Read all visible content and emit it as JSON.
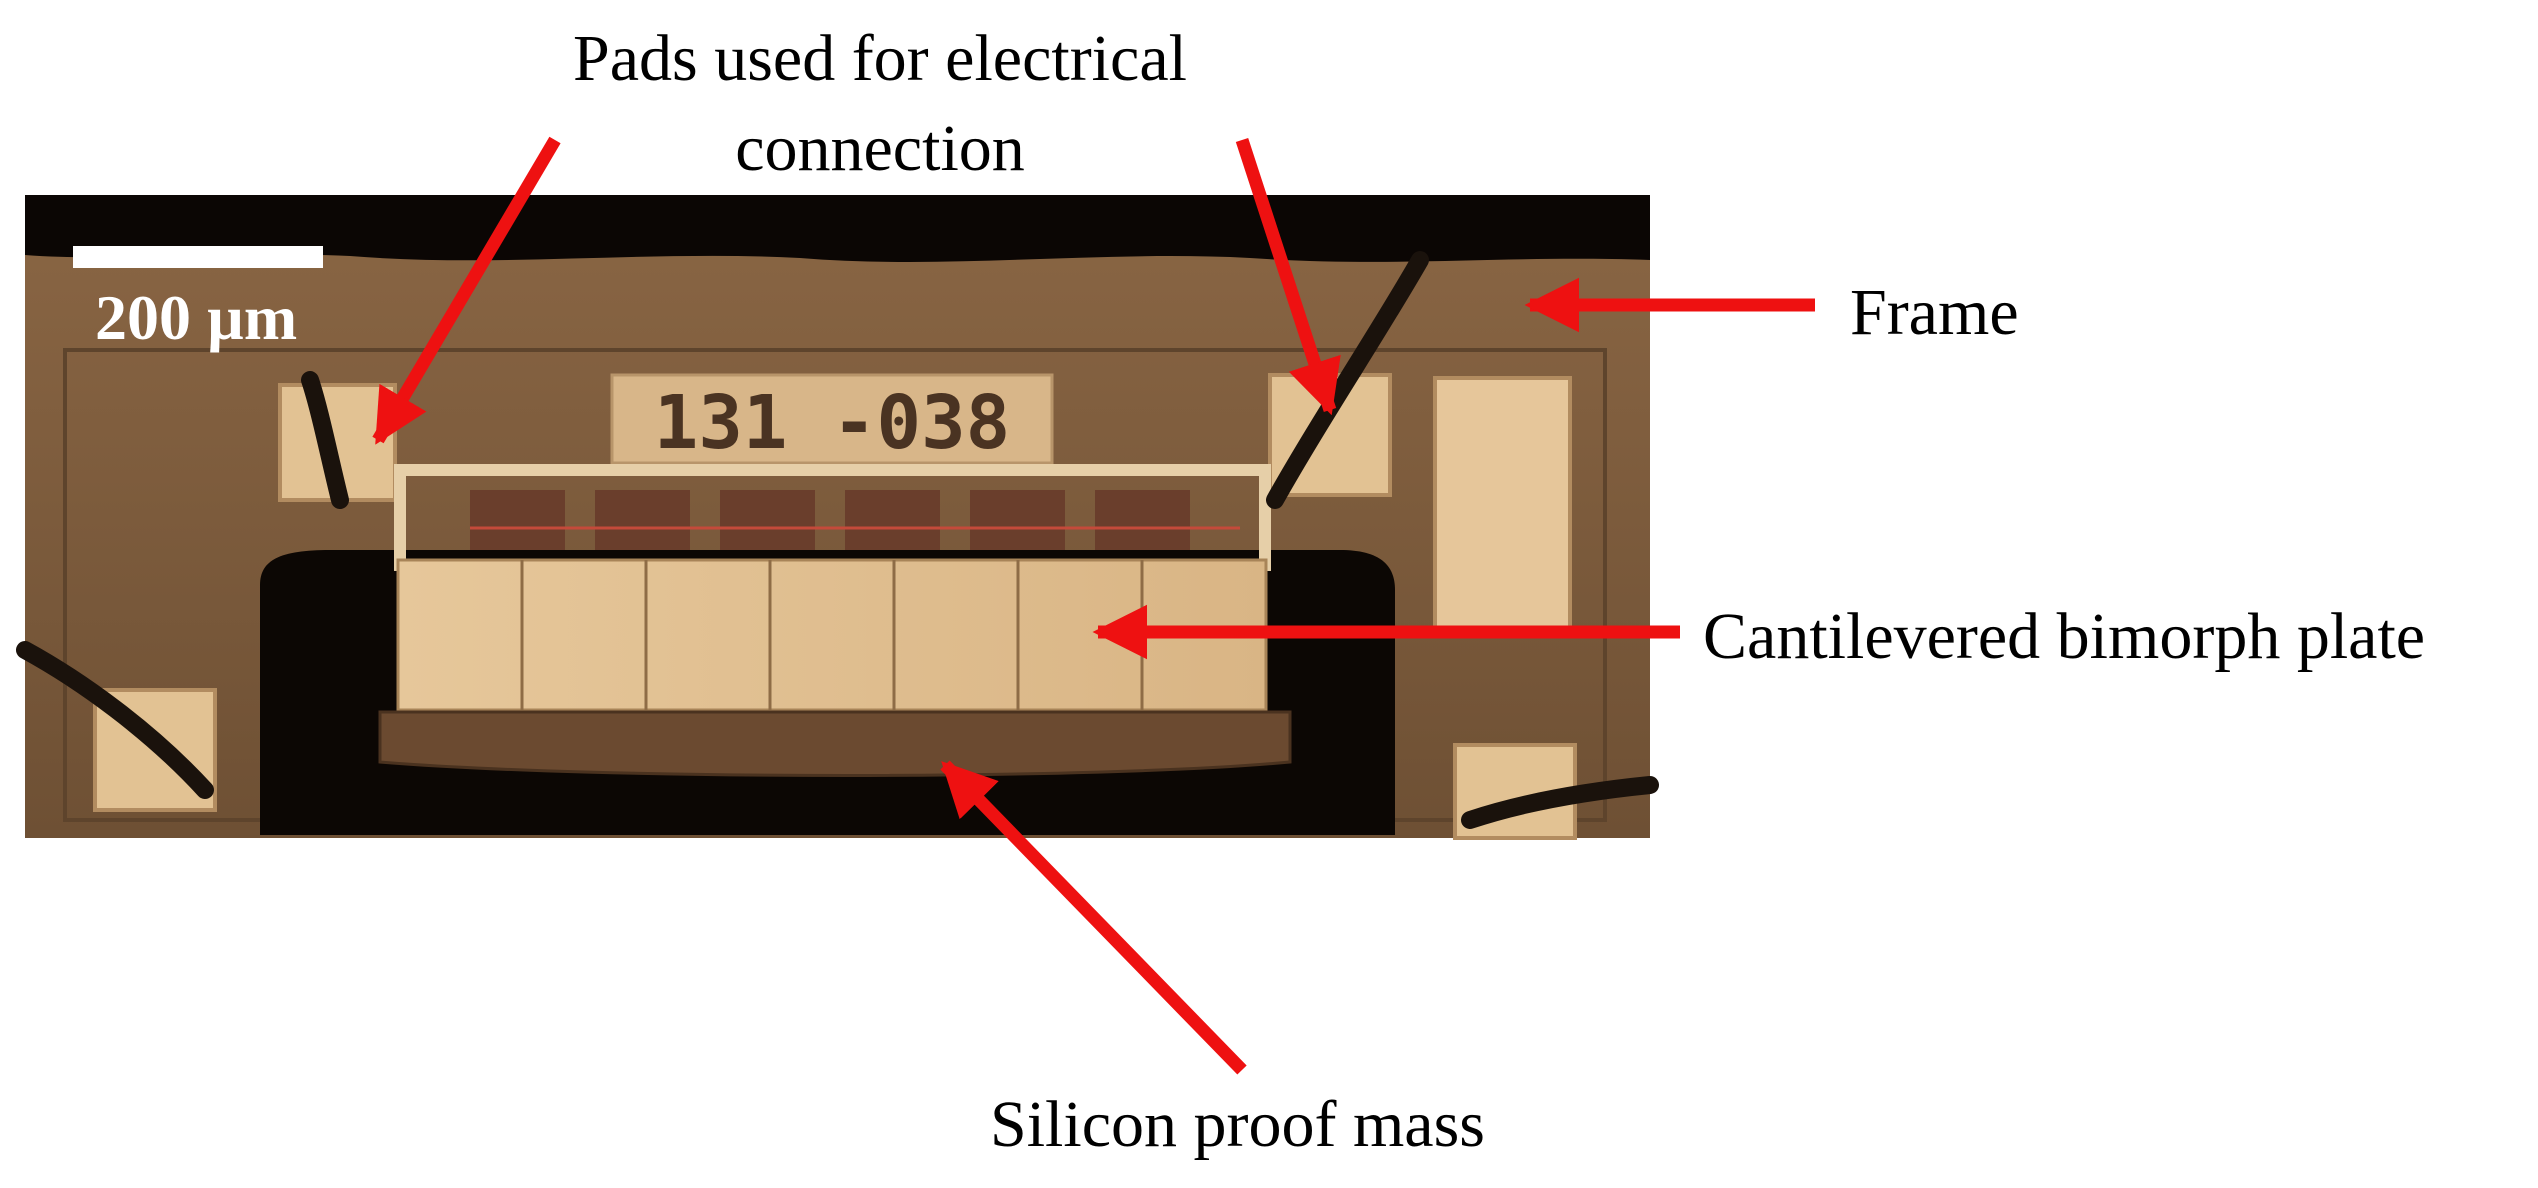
{
  "labels": {
    "pads": "Pads used for electrical connection",
    "frame": "Frame",
    "cantilever": "Cantilevered bimorph plate",
    "proof_mass": "Silicon proof mass"
  },
  "micrograph": {
    "chip_id": "131 -038",
    "scale_bar": "200 µm"
  },
  "colors": {
    "arrow": "#ee1111",
    "substrate": "#7a5a3a",
    "metal": "#e9c89a",
    "background_dark": "#0b0604"
  }
}
